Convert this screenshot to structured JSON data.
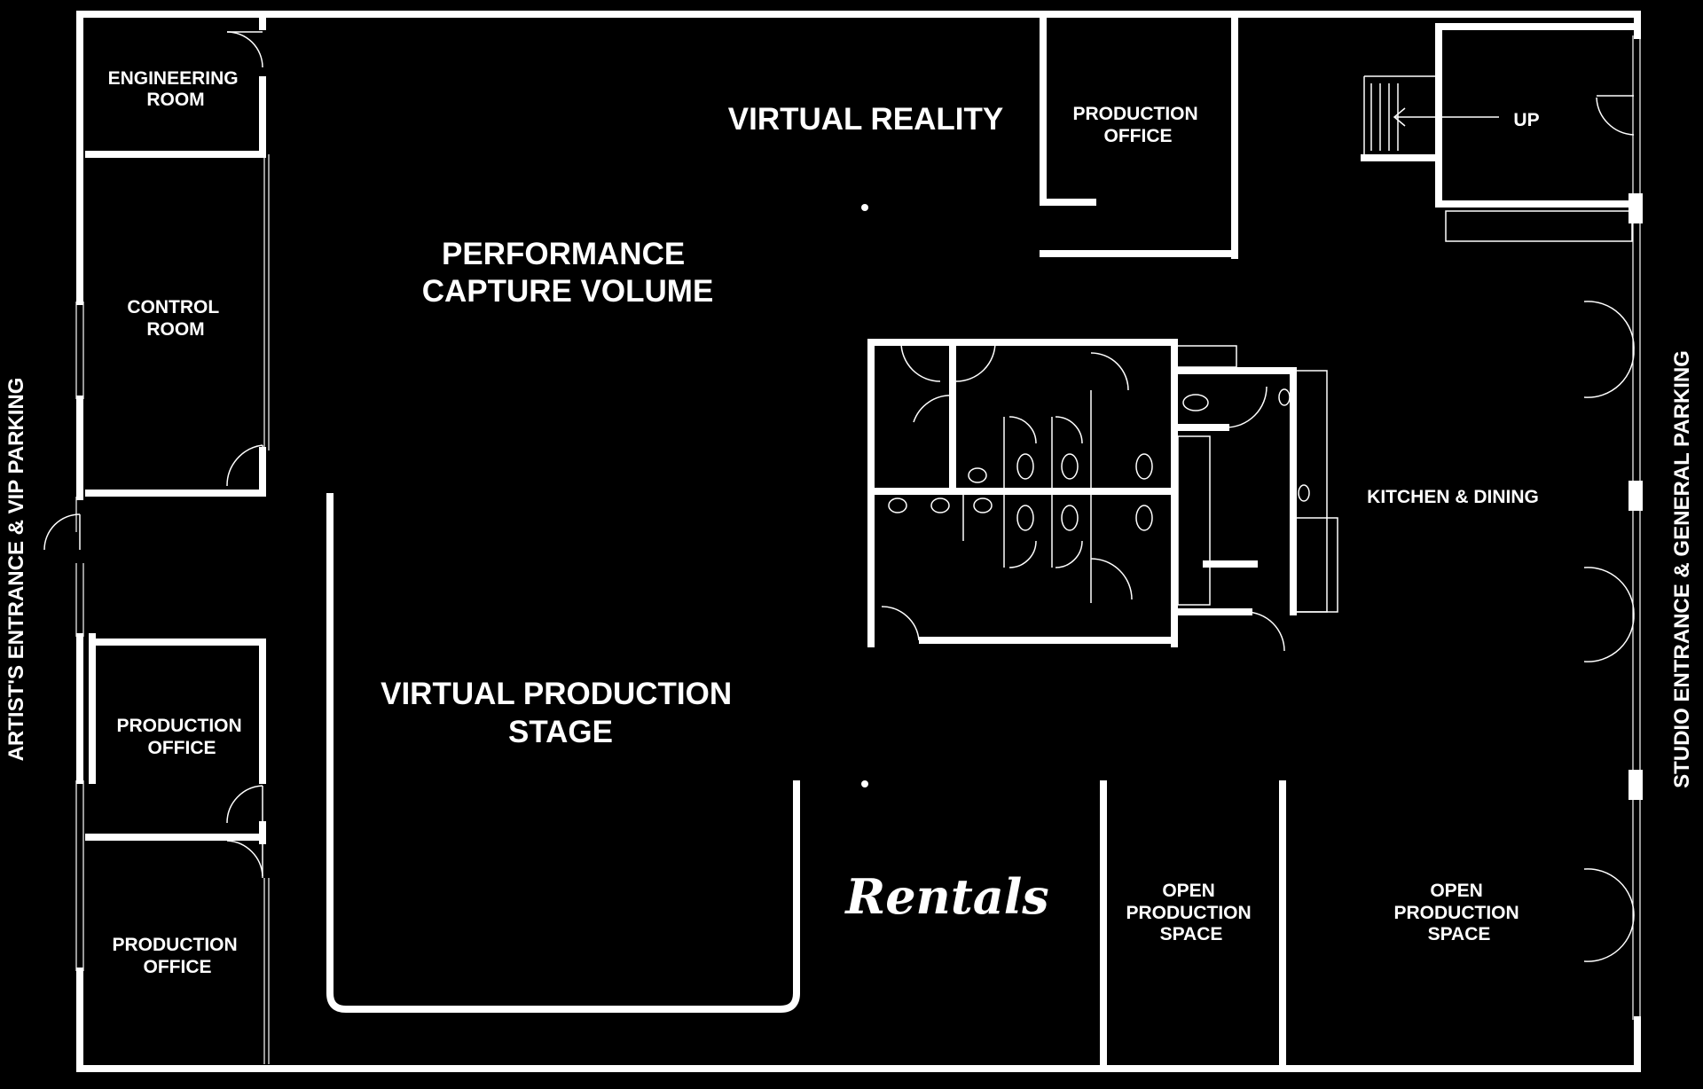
{
  "plan": {
    "rooms": {
      "engineering_room": [
        "ENGINEERING",
        "ROOM"
      ],
      "control_room": [
        "CONTROL",
        "ROOM"
      ],
      "production_office_left_upper": [
        "PRODUCTION",
        "OFFICE"
      ],
      "production_office_left_lower": [
        "PRODUCTION",
        "OFFICE"
      ],
      "performance_capture": [
        "PERFORMANCE",
        "CAPTURE VOLUME"
      ],
      "virtual_reality": "VIRTUAL REALITY",
      "production_office_top": [
        "PRODUCTION",
        "OFFICE"
      ],
      "virtual_production_stage": [
        "VIRTUAL PRODUCTION",
        "STAGE"
      ],
      "kitchen_dining": "KITCHEN & DINING",
      "open_production_space_1": [
        "OPEN",
        "PRODUCTION",
        "SPACE"
      ],
      "open_production_space_2": [
        "OPEN",
        "PRODUCTION",
        "SPACE"
      ]
    },
    "stair_label": "UP",
    "logo_text": "Rentals",
    "entrances": {
      "left": "ARTIST'S ENTRANCE & VIP PARKING",
      "right": "STUDIO ENTRANCE & GENERAL PARKING"
    }
  }
}
